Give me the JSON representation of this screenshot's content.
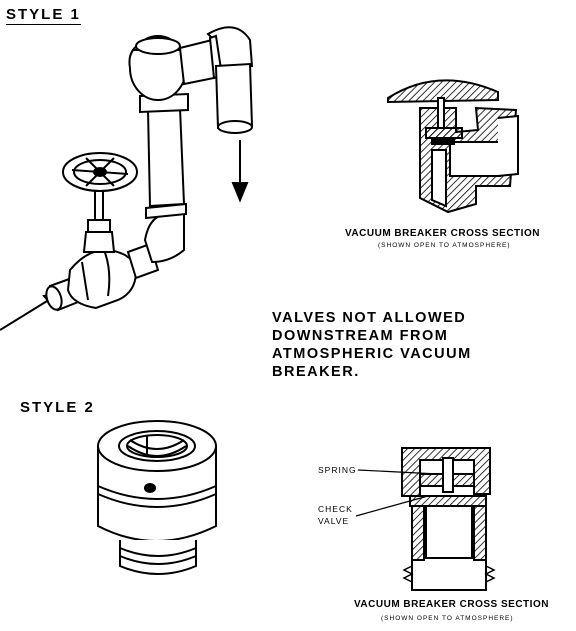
{
  "style1": {
    "label": "STYLE 1"
  },
  "style2": {
    "label": "STYLE 2"
  },
  "note": "VALVES NOT ALLOWED\nDOWNSTREAM FROM\nATMOSPHERIC VACUUM\nBREAKER.",
  "cross_section_1": {
    "caption": "VACUUM BREAKER CROSS SECTION",
    "subcaption": "(SHOWN OPEN TO ATMOSPHERE)"
  },
  "cross_section_2": {
    "caption": "VACUUM BREAKER CROSS SECTION",
    "subcaption": "(SHOWN OPEN TO ATMOSPHERE)",
    "labels": {
      "spring": "SPRING",
      "check_valve": "CHECK\nVALVE"
    }
  }
}
